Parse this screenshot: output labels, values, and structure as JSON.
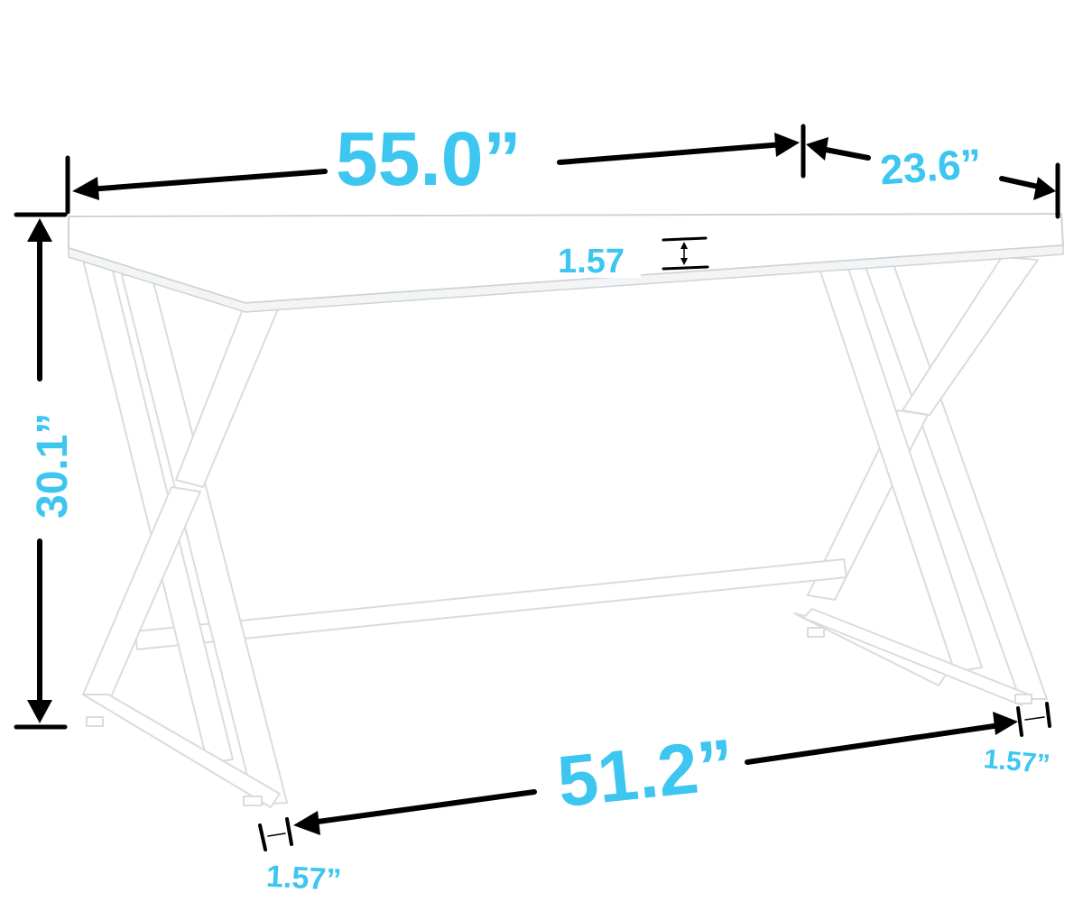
{
  "product": "desk",
  "colors": {
    "dimension_text": "#3cc6f0",
    "dimension_lines": "#000000",
    "frame_fill": "#ffffff",
    "frame_edge": "#d9dcde",
    "top_edge": "#cfd3d6"
  },
  "dimensions": {
    "width": "55.0”",
    "depth": "23.6”",
    "height": "30.1”",
    "top_thickness": "1.57",
    "leg_span": "51.2”",
    "leg_width_right": "1.57”",
    "leg_width_left": "1.57”"
  }
}
